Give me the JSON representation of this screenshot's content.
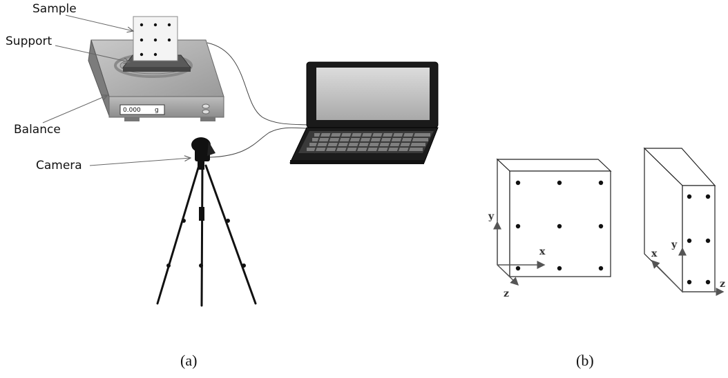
{
  "labels": {
    "sample": "Sample",
    "support": "Support",
    "balance": "Balance",
    "camera": "Camera"
  },
  "display": {
    "reading": "0.000",
    "unit": "g"
  },
  "axes_b_front": {
    "x": "x",
    "y": "y",
    "z": "z"
  },
  "axes_b_side": {
    "x": "x",
    "y": "y",
    "z": "z"
  },
  "captions": {
    "a": "(a)",
    "b": "(b)"
  }
}
